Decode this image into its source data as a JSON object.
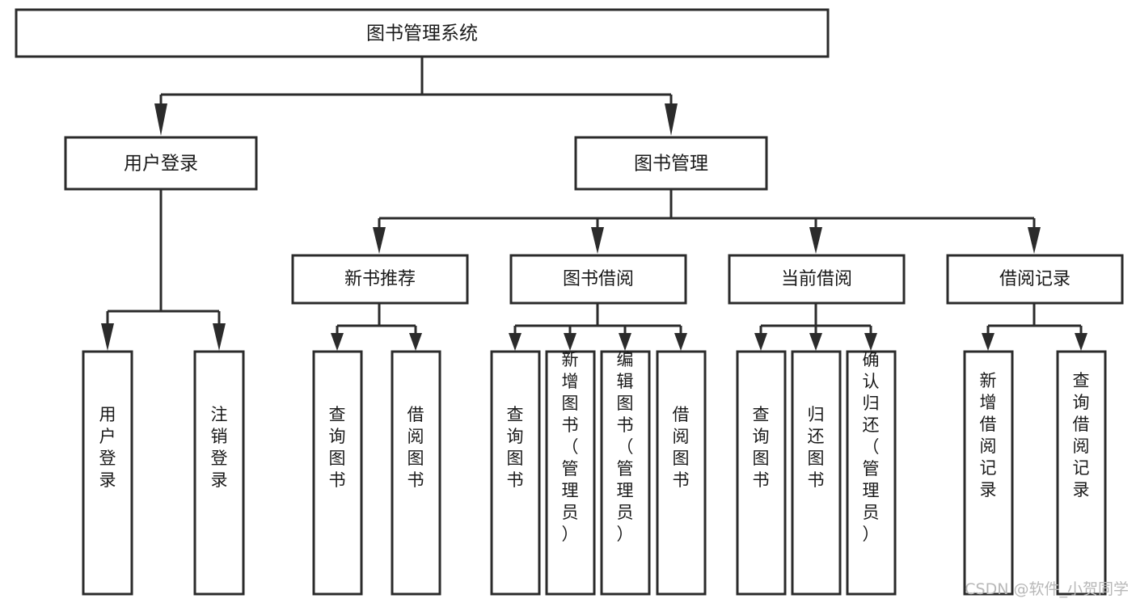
{
  "diagram": {
    "type": "hierarchy-tree",
    "title": "图书管理系统",
    "root": {
      "label": "图书管理系统"
    },
    "level2": [
      {
        "label": "用户登录"
      },
      {
        "label": "图书管理"
      }
    ],
    "level3": [
      {
        "label": "新书推荐"
      },
      {
        "label": "图书借阅"
      },
      {
        "label": "当前借阅"
      },
      {
        "label": "借阅记录"
      }
    ],
    "leaves": {
      "user_login": [
        {
          "label": "用户登录"
        },
        {
          "label": "注销登录"
        }
      ],
      "new_book_recommend": [
        {
          "label": "查询图书"
        },
        {
          "label": "借阅图书"
        }
      ],
      "book_borrow": [
        {
          "label": "查询图书"
        },
        {
          "label": "新增图书（管理员）"
        },
        {
          "label": "编辑图书（管理员）"
        },
        {
          "label": "借阅图书"
        }
      ],
      "current_borrow": [
        {
          "label": "查询图书"
        },
        {
          "label": "归还图书"
        },
        {
          "label": "确认归还（管理员）"
        }
      ],
      "borrow_record": [
        {
          "label": "新增借阅记录"
        },
        {
          "label": "查询借阅记录"
        }
      ]
    }
  },
  "watermark": {
    "text": "CSDN @软件_小贺同学"
  },
  "colors": {
    "stroke": "#2b2b2b",
    "box_fill": "#ffffff",
    "text": "#1a1a1a",
    "watermark": "#b8b8b8",
    "background": "#ffffff"
  }
}
